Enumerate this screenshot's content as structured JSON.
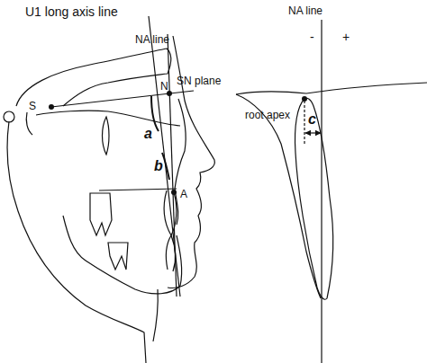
{
  "diagram": {
    "labels": [
      "U1 long axis line",
      "NA line",
      "SN plane",
      "S",
      "N",
      "a",
      "b",
      "A",
      "NA line",
      "-",
      "+",
      "root apex",
      "c"
    ]
  }
}
